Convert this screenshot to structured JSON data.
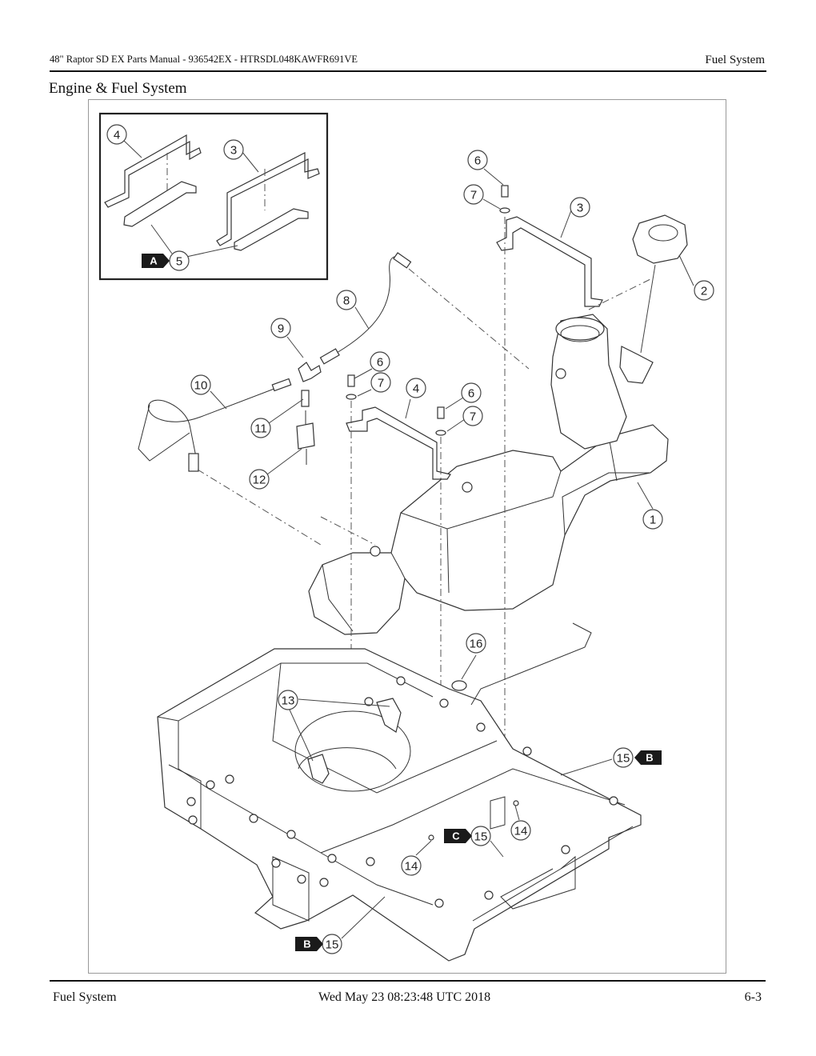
{
  "header": {
    "left": "48\" Raptor SD EX Parts Manual - 936542EX - HTRSDL048KAWFR691VE",
    "right": "Fuel System"
  },
  "section_title": "Engine & Fuel System",
  "callouts": {
    "c1": "1",
    "c2": "2",
    "c3a": "3",
    "c3b": "3",
    "c4a": "4",
    "c4b": "4",
    "c5": "5",
    "c6a": "6",
    "c6b": "6",
    "c6c": "6",
    "c7a": "7",
    "c7b": "7",
    "c7c": "7",
    "c8": "8",
    "c9": "9",
    "c10": "10",
    "c11": "11",
    "c12": "12",
    "c13": "13",
    "c14a": "14",
    "c14b": "14",
    "c15a": "15",
    "c15b": "15",
    "c15c": "15",
    "c16": "16"
  },
  "view_tags": {
    "a": "A",
    "b1": "B",
    "b2": "B",
    "c": "C"
  },
  "footer": {
    "left": "Fuel System",
    "center": "Wed May 23 08:23:48 UTC 2018",
    "right": "6-3"
  }
}
